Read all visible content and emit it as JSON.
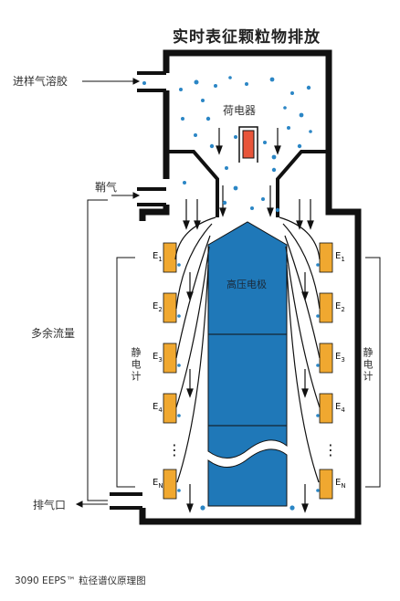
{
  "title": "实时表征颗粒物排放",
  "labels": {
    "aerosol_inlet": "进样气溶胶",
    "sheath_air": "鞘气",
    "excess_flow": "多余流量",
    "exhaust": "排气口",
    "charger": "荷电器",
    "hv_electrode": "高压电极",
    "electrometers_left": "静电计",
    "electrometers_right": "静电计"
  },
  "electrodes": {
    "left": [
      "E",
      "E",
      "E",
      "E",
      "E"
    ],
    "left_sub": [
      "1",
      "2",
      "3",
      "4",
      "N"
    ],
    "right": [
      "E",
      "E",
      "E",
      "E",
      "E"
    ],
    "right_sub": [
      "1",
      "2",
      "3",
      "4",
      "N"
    ],
    "ellipsis": "⋮"
  },
  "caption": "3090 EEPS™ 粒径谱仪原理图",
  "colors": {
    "electrode": "#1f78b8",
    "ring_electrode": "#f0a830",
    "charger": "#e8553a",
    "particle": "#2b86c5",
    "wall": "#111111"
  }
}
